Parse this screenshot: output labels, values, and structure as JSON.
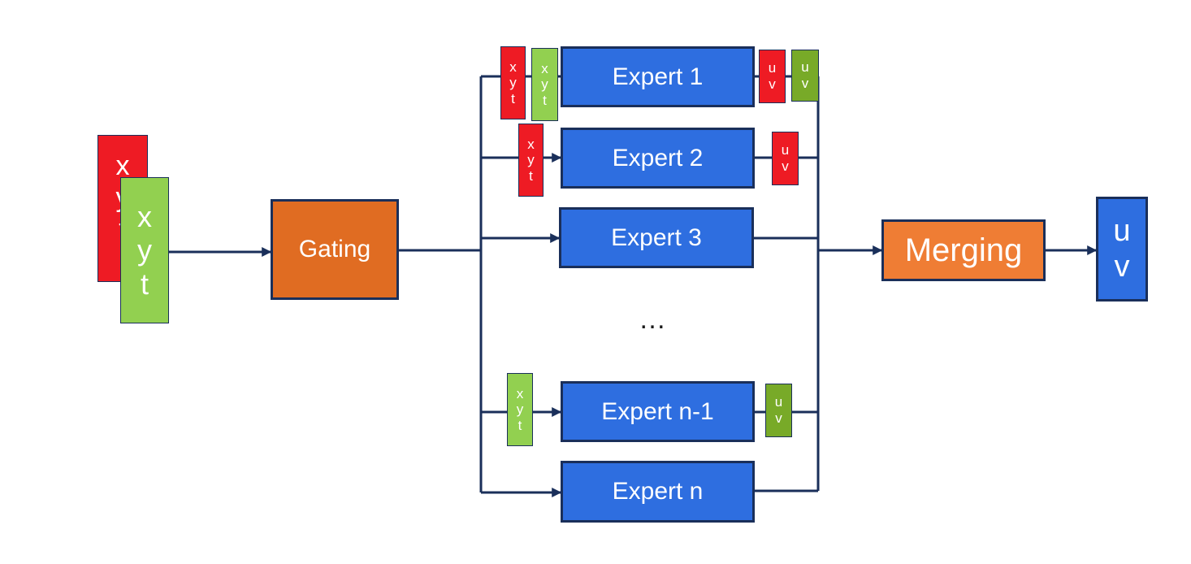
{
  "input_vars": [
    "x",
    "y",
    "t"
  ],
  "output_vars": [
    "u",
    "v"
  ],
  "gating_label": "Gating",
  "merging_label": "Merging",
  "ellipsis": "…",
  "experts": [
    {
      "label": "Expert 1"
    },
    {
      "label": "Expert 2"
    },
    {
      "label": "Expert 3"
    },
    {
      "label": "Expert n-1"
    },
    {
      "label": "Expert n"
    }
  ],
  "colors": {
    "red": "#ee1b24",
    "green": "#92d050",
    "olive": "#78aa28",
    "blue": "#2e6ee0",
    "orange": "#e06c22",
    "line": "#1a2f5a"
  }
}
